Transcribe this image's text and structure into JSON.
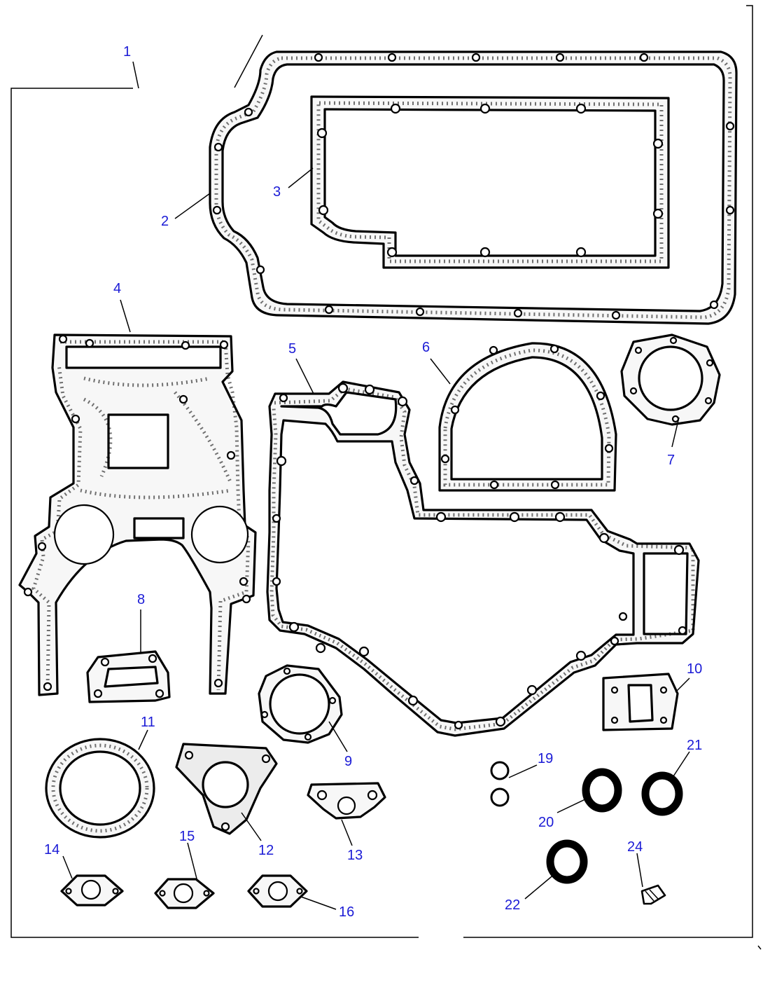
{
  "callouts": {
    "c1": "1",
    "c2": "2",
    "c3": "3",
    "c4": "4",
    "c5": "5",
    "c6": "6",
    "c7": "7",
    "c8": "8",
    "c9": "9",
    "c10": "10",
    "c11": "11",
    "c12": "12",
    "c13": "13",
    "c14": "14",
    "c15": "15",
    "c16": "16",
    "c19": "19",
    "c20": "20",
    "c21": "21",
    "c22": "22",
    "c24": "24"
  },
  "colors": {
    "callout": "#1b1bd6",
    "line": "#000000",
    "background": "#ffffff"
  }
}
